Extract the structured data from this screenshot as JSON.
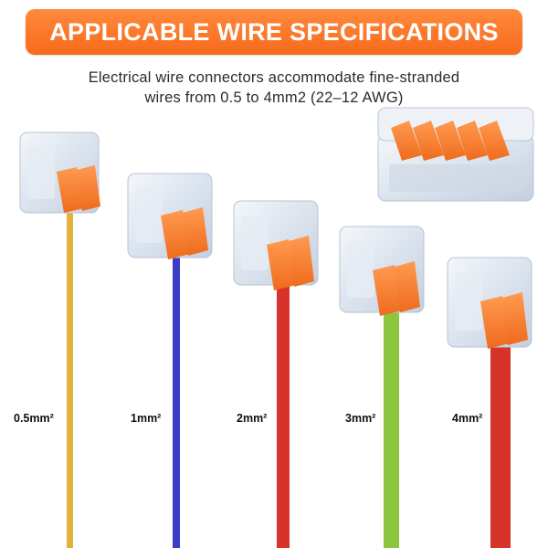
{
  "header": {
    "title": "APPLICABLE WIRE SPECIFICATIONS"
  },
  "description": {
    "line1": "Electrical wire connectors accommodate fine-stranded",
    "line2": "wires from 0.5 to 4mm2 (22–12 AWG)"
  },
  "wires": [
    {
      "size_label": "0.5mm²",
      "color": "#e4b23a"
    },
    {
      "size_label": "1mm²",
      "color": "#3a3ec2"
    },
    {
      "size_label": "2mm²",
      "color": "#d8332b"
    },
    {
      "size_label": "3mm²",
      "color": "#8cc63e"
    },
    {
      "size_label": "4mm²",
      "color": "#d8332b"
    }
  ],
  "colors": {
    "banner": "#f8701f",
    "lever_orange": "#f47a2a",
    "housing": "#dbe3ee"
  }
}
